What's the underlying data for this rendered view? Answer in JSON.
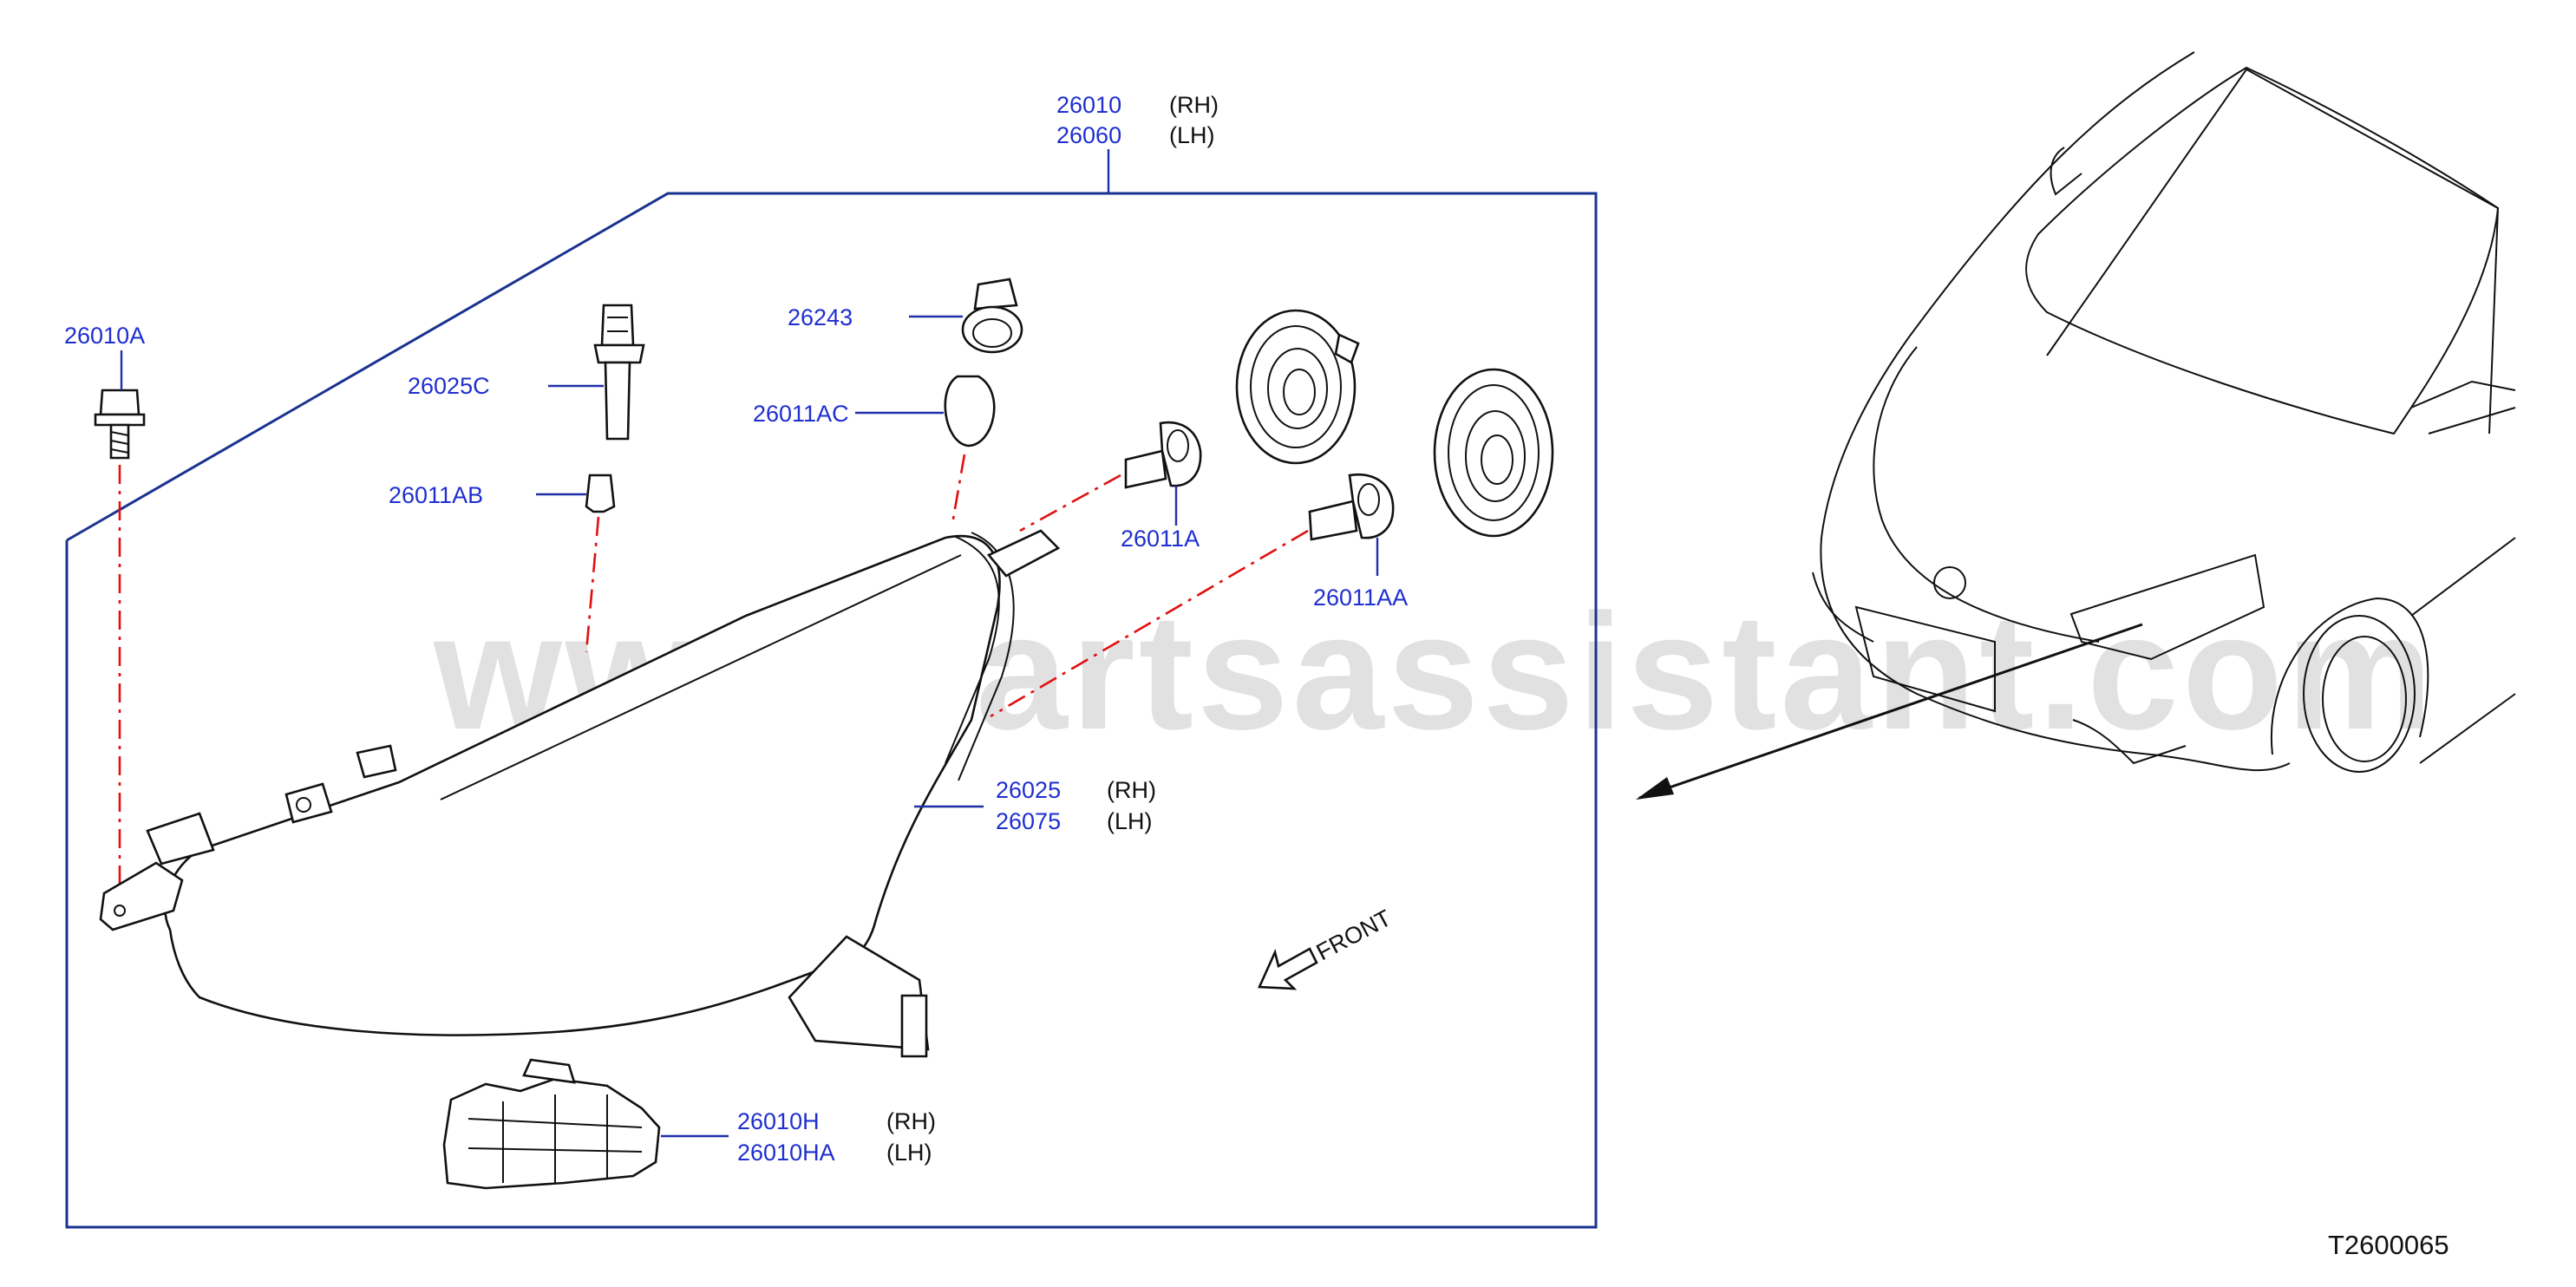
{
  "diagram": {
    "assembly": {
      "numbers": [
        "26010",
        "26060"
      ],
      "sides": [
        "(RH)",
        "(LH)"
      ]
    },
    "parts": {
      "bolt": "26010A",
      "socket": "26025C",
      "bulb_small": "26011AB",
      "bulb_socket_top": "26243",
      "bulb_amber": "26011AC",
      "bulb_h_low": "26011A",
      "bulb_h_high": "26011AA"
    },
    "housing": {
      "numbers": [
        "26025",
        "26075"
      ],
      "sides": [
        "(RH)",
        "(LH)"
      ]
    },
    "module": {
      "numbers": [
        "26010H",
        "26010HA"
      ],
      "sides": [
        "(RH)",
        "(LH)"
      ]
    },
    "front_label": "FRONT",
    "reference": "T2600065"
  },
  "watermark": "www.partsassistant.com",
  "colors": {
    "part_number": "#1f2fd0",
    "red_dashed": "#e01010",
    "frame": "#1a3290"
  }
}
